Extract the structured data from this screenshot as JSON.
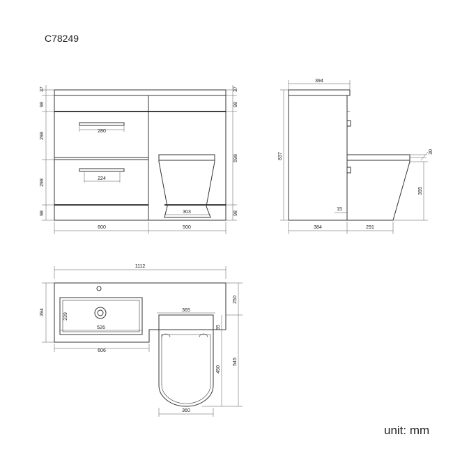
{
  "product_code": "C78249",
  "unit_label": "unit: mm",
  "front_view": {
    "dims": {
      "top": "37",
      "drawer_gap_top": "98",
      "drawer_1": "298",
      "drawer_2": "298",
      "plinth": "98",
      "right_top": "37",
      "right_gap": "98",
      "right_body": "598",
      "right_plinth": "98",
      "handle_1": "280",
      "handle_2": "224",
      "pan_base": "303",
      "width_left": "600",
      "width_right": "500"
    }
  },
  "side_view": {
    "dims": {
      "depth": "394",
      "height": "837",
      "rim_offset": "30",
      "pan_height": "395",
      "gap": "15",
      "cabinet_depth": "384",
      "pan_projection": "291"
    }
  },
  "plan_view": {
    "dims": {
      "overall_width": "1112",
      "overall_depth": "394",
      "basin_depth": "239",
      "basin_width": "526",
      "basin_unit_width": "606",
      "cistern_width": "365",
      "cistern_depth": "250",
      "seat_offset": "95",
      "pan_length": "450",
      "total_depth": "545",
      "pan_width": "360"
    }
  }
}
